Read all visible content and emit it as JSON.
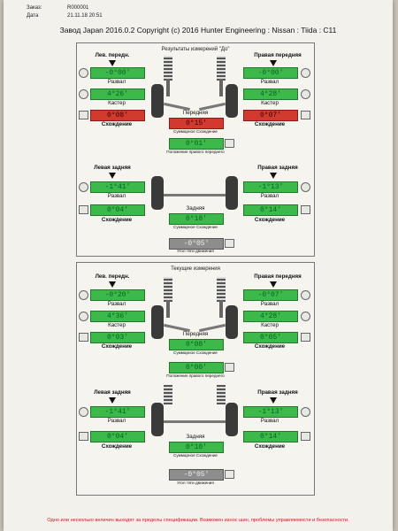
{
  "header": {
    "order_label": "Заказ:",
    "order_value": "R000001",
    "date_label": "Дата",
    "date_value": "21.11.18 20:51",
    "title": "Завод Japan 2016.0.2 Copyright (c) 2016 Hunter Engineering : Nissan : Tiida : C11"
  },
  "before": {
    "title": "Результаты измерений \"До\"",
    "front_left": {
      "label": "Лев. передн.",
      "camber": "-0°00'",
      "caster": "4°26'",
      "toe": "0°08'"
    },
    "front_right": {
      "label": "Правая передняя",
      "camber": "-0°00'",
      "caster": "4°28'",
      "toe": "0°07'"
    },
    "front_total_label": "Передняя",
    "front_total": "0°15'",
    "front_total_caption": "Суммарное Схождение",
    "setback": "0°01'",
    "setback_caption": "Положение правого переднего",
    "rear_left": {
      "label": "Левая задняя",
      "camber": "-1°41'",
      "toe": "0°04'"
    },
    "rear_right": {
      "label": "Правая задняя",
      "camber": "-1°13'",
      "toe": "0°14'"
    },
    "rear_total_label": "Задняя",
    "rear_total": "0°18'",
    "rear_total_caption": "Суммарное Схождение",
    "thrust": "-0°05'",
    "thrust_caption": "Угол тяги движения"
  },
  "current": {
    "title": "Текущие измерения",
    "front_left": {
      "label": "Лев. передн.",
      "camber": "-0°20'",
      "caster": "4°36'",
      "toe": "0°03'"
    },
    "front_right": {
      "label": "Правая передняя",
      "camber": "-0°07'",
      "caster": "4°28'",
      "toe": "0°05'"
    },
    "front_total_label": "Передняя",
    "front_total": "0°08'",
    "front_total_caption": "Суммарное Схождение",
    "setback": "0°00'",
    "setback_caption": "Положение правого переднего",
    "rear_left": {
      "label": "Левая задняя",
      "camber": "-1°41'",
      "toe": "0°04'"
    },
    "rear_right": {
      "label": "Правая задняя",
      "camber": "-1°13'",
      "toe": "0°14'"
    },
    "rear_total_label": "Задняя",
    "rear_total": "0°10'",
    "rear_total_caption": "Суммарное Схождение",
    "thrust": "-0°05'",
    "thrust_caption": "Угол тяги движения"
  },
  "labels": {
    "camber": "Развал",
    "caster": "Кастер",
    "toe": "Схождение"
  },
  "footer": "Одно или несколько величин выходят за пределы спецификации. Возможен износ шин, проблемы управляемости и безопасности.",
  "colors": {
    "ok": "#3db84a",
    "out_of_spec": "#d33a2f",
    "neutral": "#8d8d8d"
  }
}
